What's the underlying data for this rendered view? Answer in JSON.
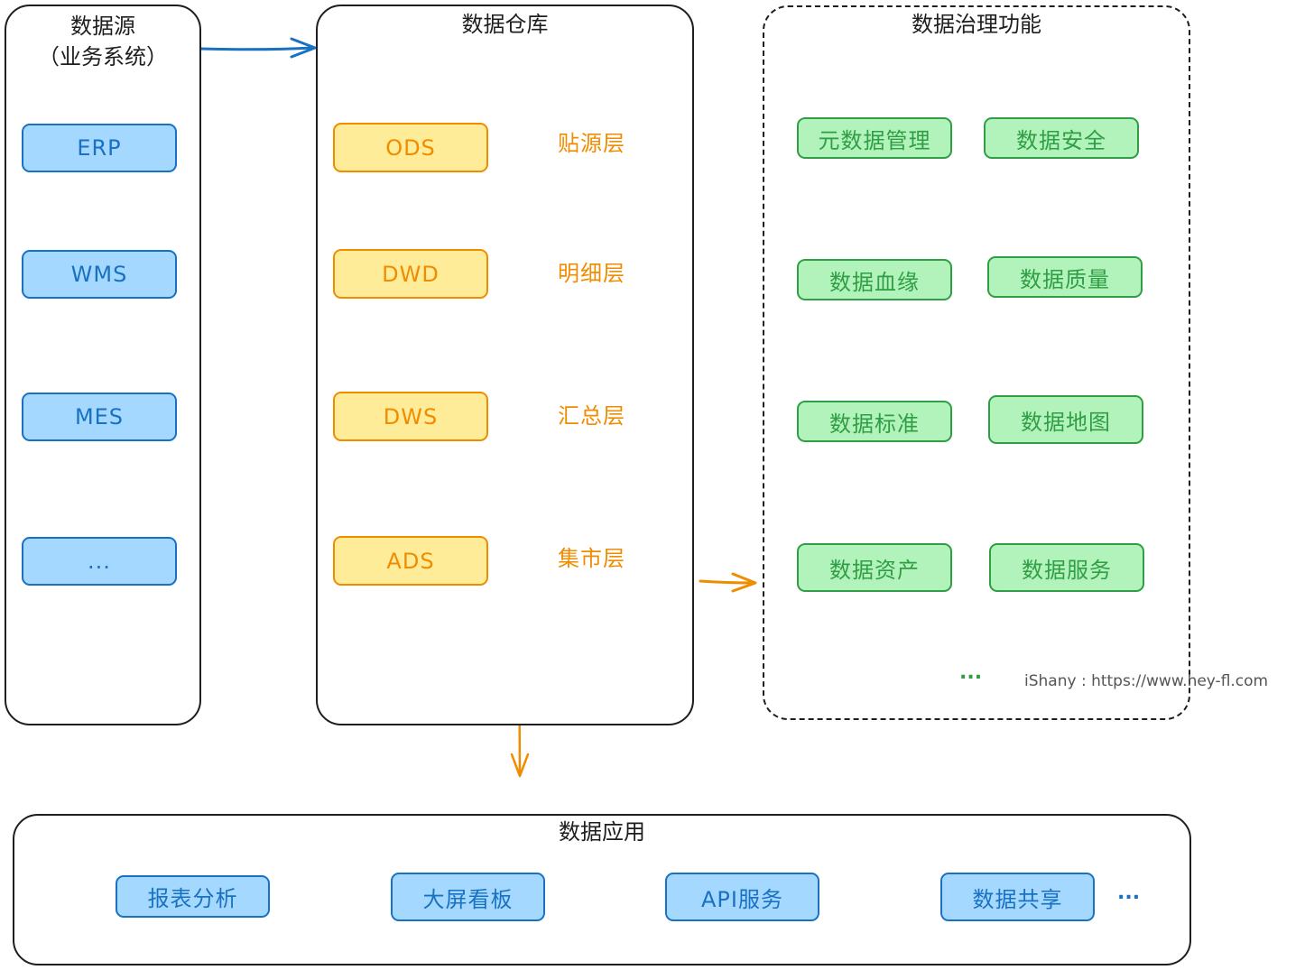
{
  "source": {
    "title_line1": "数据源",
    "title_line2": "（业务系统）",
    "items": [
      "ERP",
      "WMS",
      "MES",
      "..."
    ]
  },
  "warehouse": {
    "title": "数据仓库",
    "layers": [
      {
        "name": "ODS",
        "label": "贴源层"
      },
      {
        "name": "DWD",
        "label": "明细层"
      },
      {
        "name": "DWS",
        "label": "汇总层"
      },
      {
        "name": "ADS",
        "label": "集市层"
      }
    ]
  },
  "governance": {
    "title": "数据治理功能",
    "items": [
      "元数据管理",
      "数据安全",
      "数据血缘",
      "数据质量",
      "数据标准",
      "数据地图",
      "数据资产",
      "数据服务"
    ],
    "more": "...",
    "credit": "iShany : https://www.hey-fl.com"
  },
  "application": {
    "title": "数据应用",
    "items": [
      "报表分析",
      "大屏看板",
      "API服务",
      "数据共享"
    ],
    "more": "..."
  },
  "colors": {
    "stroke": "#1e1e1e",
    "blue_fill": "#a5d8ff",
    "blue_stroke": "#1971c2",
    "yellow_fill": "#ffec99",
    "orange": "#f08c00",
    "green_fill": "#b2f2bb",
    "green_stroke": "#2f9e44"
  }
}
